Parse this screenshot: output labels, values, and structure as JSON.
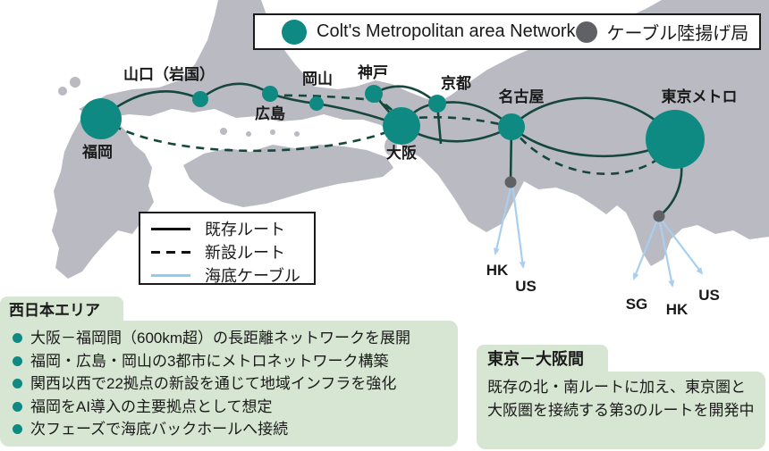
{
  "top_legend": {
    "metro_label": "Colt's Metropolitan area Network",
    "landing_label": "ケーブル陸揚げ局"
  },
  "route_legend": {
    "existing_label": "既存ルート",
    "new_label": "新設ルート",
    "submarine_label": "海底ケーブル"
  },
  "cities": [
    {
      "id": "fukuoka",
      "label": "福岡"
    },
    {
      "id": "yamaguchi-iwakuni",
      "label": "山口（岩国）"
    },
    {
      "id": "hiroshima",
      "label": "広島"
    },
    {
      "id": "okayama",
      "label": "岡山"
    },
    {
      "id": "kobe",
      "label": "神戸"
    },
    {
      "id": "kyoto",
      "label": "京都"
    },
    {
      "id": "osaka",
      "label": "大阪"
    },
    {
      "id": "nagoya",
      "label": "名古屋"
    },
    {
      "id": "tokyo-metro",
      "label": "東京メトロ"
    }
  ],
  "cable_destinations": {
    "nagoya_station": [
      "HK",
      "US"
    ],
    "tokyo_station": [
      "SG",
      "HK",
      "US"
    ]
  },
  "west_japan_box": {
    "title": "西日本エリア",
    "bullets": [
      "大阪－福岡間（600km超）の長距離ネットワークを展開",
      "福岡・広島・岡山の3都市にメトロネットワーク構築",
      "関西以西で22拠点の新設を通じて地域インフラを強化",
      "福岡をAI導入の主要拠点として想定",
      "次フェーズで海底バックホールへ接続"
    ]
  },
  "tokyo_osaka_box": {
    "title": "東京－大阪間",
    "body": "既存の北・南ルートに加え、東京圏と大阪圏を接続する第3のルートを開発中"
  },
  "colors": {
    "metro_node": "#0f8a82",
    "route_line": "#15473c",
    "submarine_cable": "#a9cff0",
    "landing_station": "#5f6164",
    "landmass": "#b9bac2",
    "info_box_green": "#d6e6d2"
  }
}
